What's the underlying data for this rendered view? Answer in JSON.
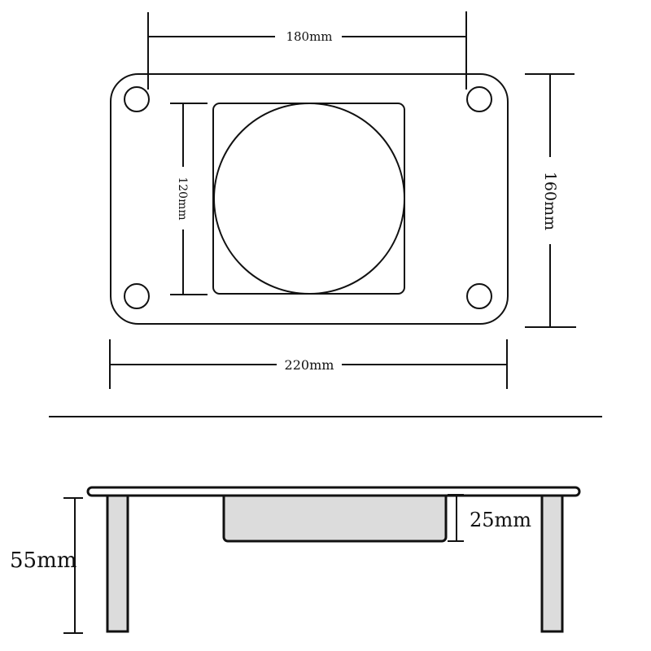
{
  "top_view": {
    "width_label": "220mm",
    "height_label": "160mm",
    "hole_spacing_label": "180mm",
    "fan_size_label": "120mm"
  },
  "side_view": {
    "total_height_label": "55mm",
    "fan_depth_label": "25mm",
    "colors": {
      "leg_fill": "#dcdcdc",
      "fan_fill": "#dcdcdc",
      "outline": "#111111"
    }
  }
}
